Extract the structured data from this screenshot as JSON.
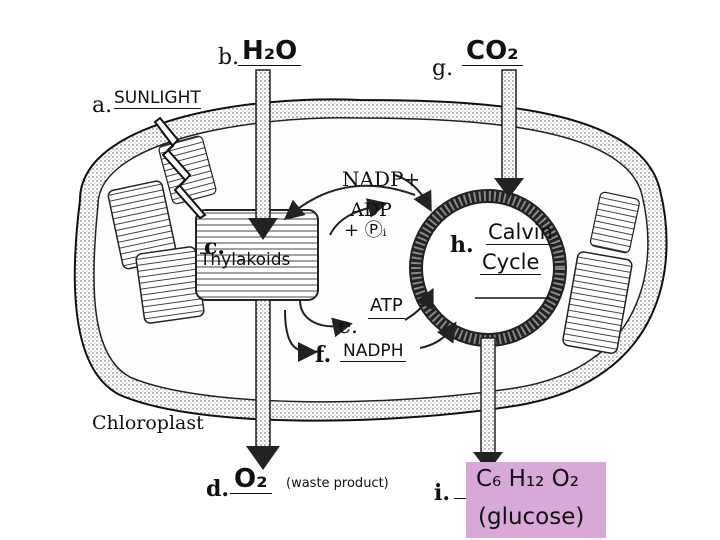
{
  "labels": {
    "a": {
      "letter": "a.",
      "answer": "SUNLIGHT"
    },
    "b": {
      "letter": "b.",
      "answer": "H₂O"
    },
    "c": {
      "letter": "c.",
      "answer": "Thylakoids"
    },
    "d": {
      "letter": "d.",
      "answer": "O₂",
      "note": "(waste product)"
    },
    "e": {
      "letter": "e.",
      "answer": "ATP"
    },
    "f": {
      "letter": "f.",
      "answer": "NADPH"
    },
    "g": {
      "letter": "g.",
      "answer": "CO₂"
    },
    "h": {
      "letter": "h.",
      "answer_line1": "Calvin",
      "answer_line2": "Cycle"
    },
    "i": {
      "letter": "i.",
      "answer_line1": "C₆ H₁₂ O₂",
      "answer_line2": "(glucose)"
    }
  },
  "printed": {
    "nadp": "NADP+",
    "adp": "ADP",
    "pi": "+ Ⓟᵢ",
    "chloroplast": "Chloroplast"
  },
  "colors": {
    "glucose_highlight": "#d8a8d8"
  }
}
